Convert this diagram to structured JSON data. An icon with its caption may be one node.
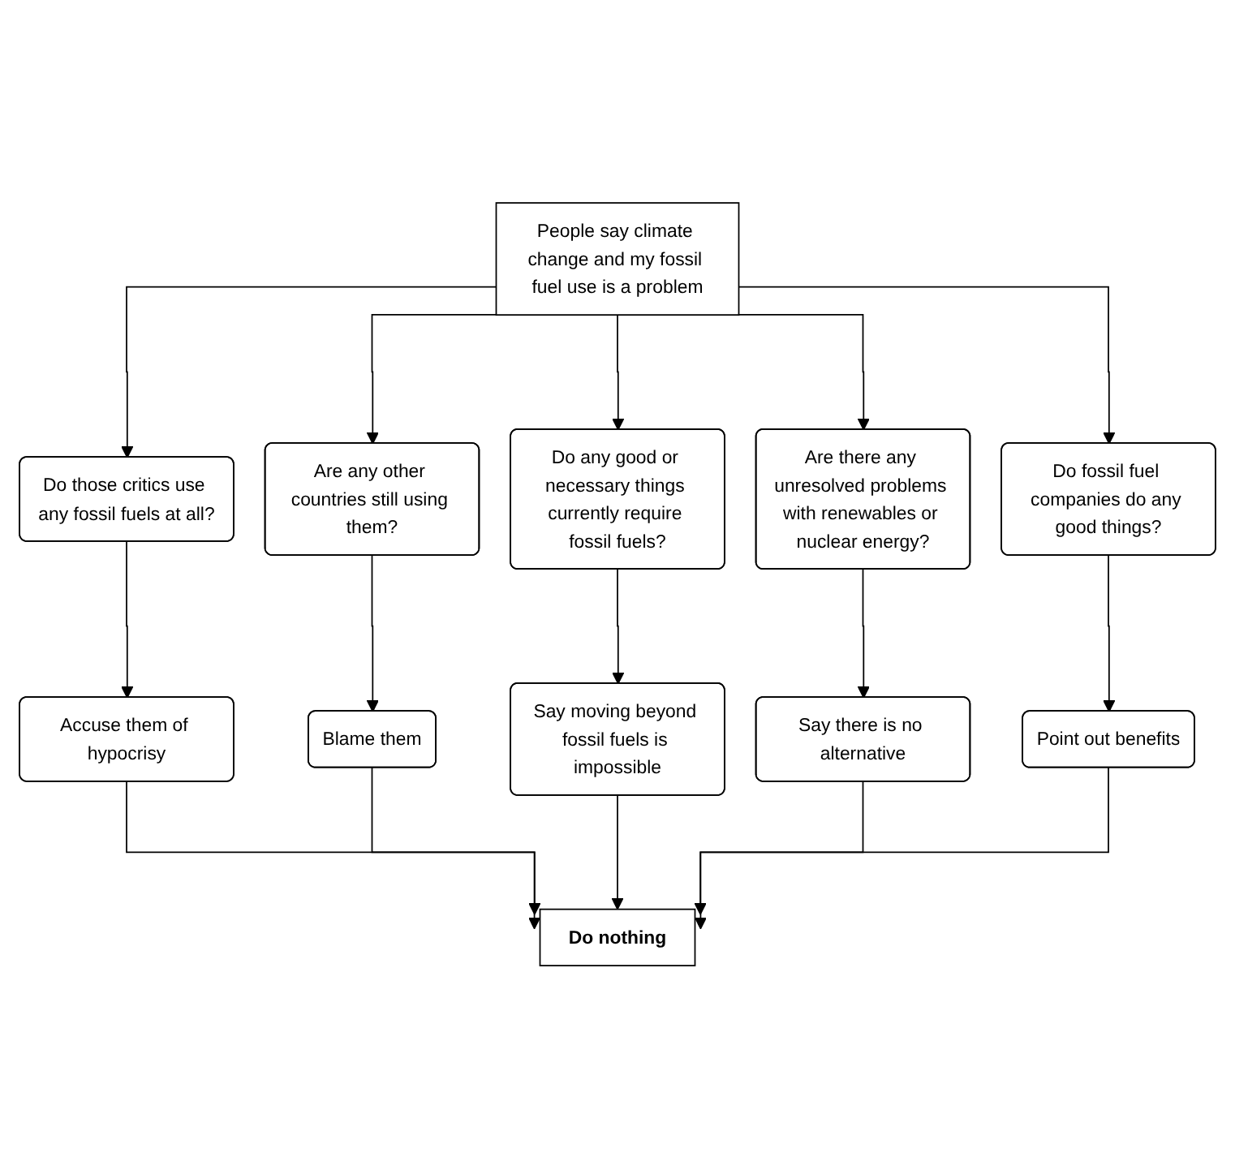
{
  "diagram": {
    "nodes": [
      {
        "text": [
          "People say climate change and my fossil fuel use is a problem"
        ]
      },
      {
        "text": [
          "Do those critics use any fossil fuels at all?"
        ]
      },
      {
        "text": [
          "Are any other countries still using them?"
        ]
      },
      {
        "text": [
          "Do any good or necessary things currently require fossil fuels?"
        ]
      },
      {
        "text": [
          "Are there any unresolved problems with renewables or nuclear energy?"
        ]
      },
      {
        "text": [
          "Do fossil fuel companies do any good things?"
        ]
      },
      {
        "text": [
          "Accuse them of hypocrisy"
        ]
      },
      {
        "text": [
          "Blame them"
        ]
      },
      {
        "text": [
          "Say moving beyond fossil fuels is impossible"
        ]
      },
      {
        "text": [
          "Say there is no alternative"
        ]
      },
      {
        "text": [
          "Point out benefits"
        ]
      },
      {
        "text": [
          "Do nothing"
        ]
      }
    ],
    "edges": [
      {
        "from": 0,
        "to": 1,
        "arrow": "to"
      },
      {
        "from": 0,
        "to": 2,
        "arrow": "to"
      },
      {
        "from": 0,
        "to": 3,
        "arrow": "to"
      },
      {
        "from": 0,
        "to": 4,
        "arrow": "to"
      },
      {
        "from": 0,
        "to": 5,
        "arrow": "to"
      },
      {
        "from": 1,
        "to": 6,
        "arrow": "to"
      },
      {
        "from": 2,
        "to": 7,
        "arrow": "to"
      },
      {
        "from": 3,
        "to": 8,
        "arrow": "to"
      },
      {
        "from": 4,
        "to": 9,
        "arrow": "to"
      },
      {
        "from": 5,
        "to": 10,
        "arrow": "to"
      },
      {
        "from": 6,
        "to": 11,
        "arrow": "to"
      },
      {
        "from": 7,
        "to": 11,
        "arrow": "to"
      },
      {
        "from": 8,
        "to": 11,
        "arrow": "to"
      },
      {
        "from": 9,
        "to": 11,
        "arrow": "to"
      },
      {
        "from": 10,
        "to": 11,
        "arrow": "to"
      }
    ]
  }
}
